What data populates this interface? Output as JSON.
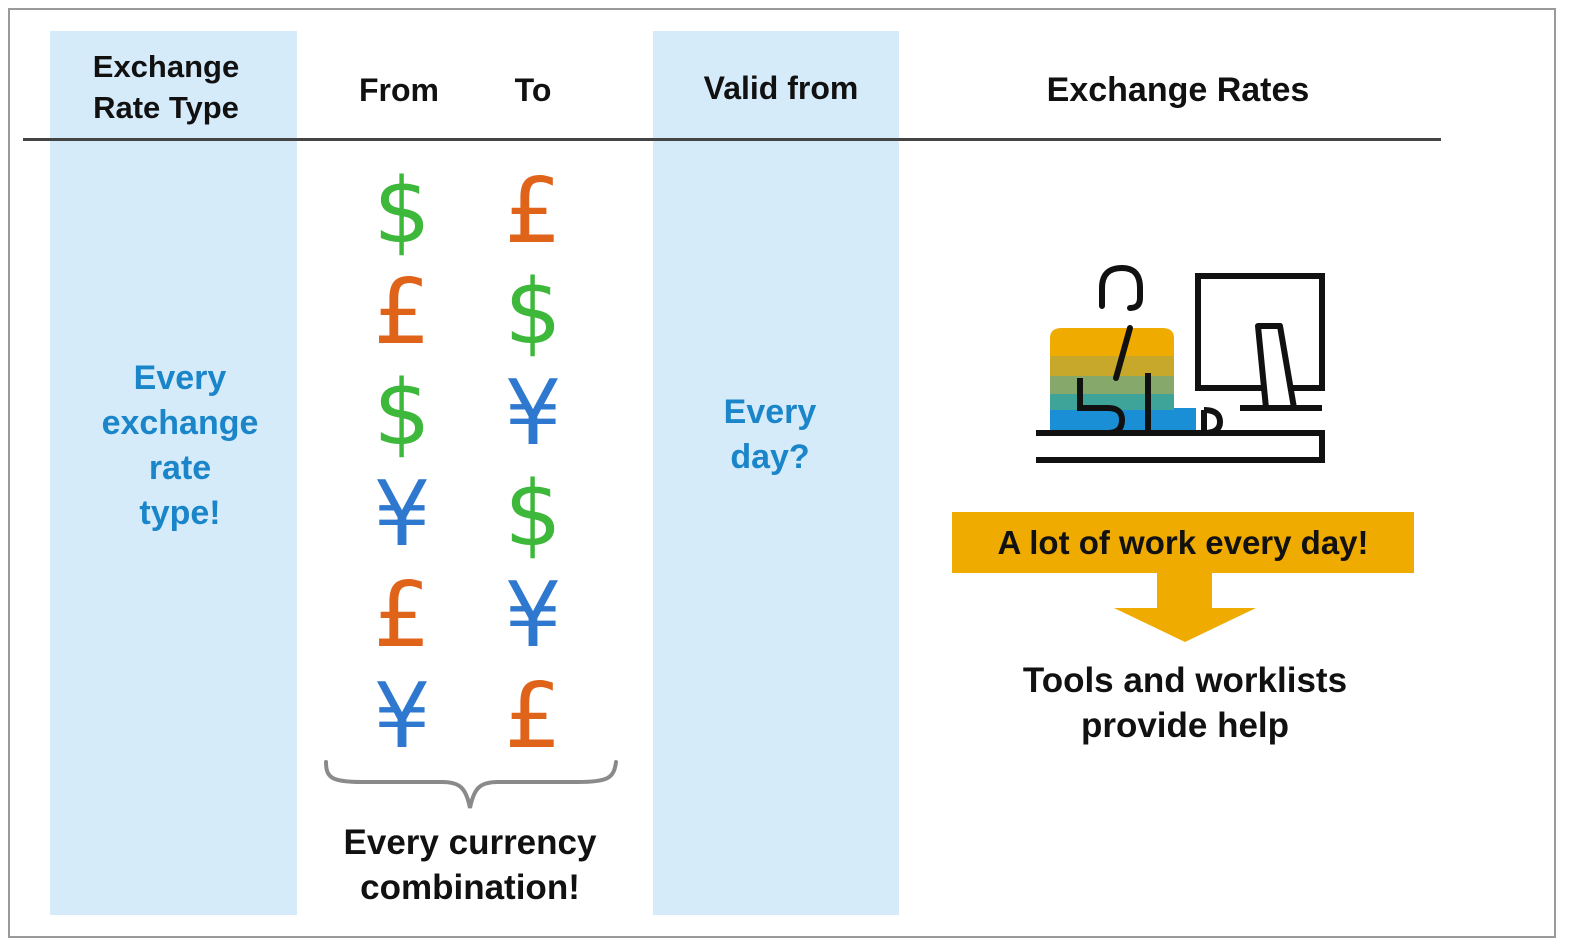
{
  "headers": {
    "exchange_rate_type": "Exchange\nRate Type",
    "from": "From",
    "to": "To",
    "valid_from": "Valid from",
    "exchange_rates": "Exchange Rates"
  },
  "notes": {
    "type_note": "Every\nexchange\nrate\ntype!",
    "valid_note": "Every\nday?"
  },
  "currency_pairs": [
    {
      "from": "$",
      "to": "£"
    },
    {
      "from": "£",
      "to": "$"
    },
    {
      "from": "$",
      "to": "¥"
    },
    {
      "from": "¥",
      "to": "$"
    },
    {
      "from": "£",
      "to": "¥"
    },
    {
      "from": "¥",
      "to": "£"
    }
  ],
  "currency_colors": {
    "$": "#3db83a",
    "£": "#e0631a",
    "¥": "#2f78cf"
  },
  "captions": {
    "combination": "Every currency\ncombination!",
    "banner": "A lot of work every day!",
    "tools": "Tools and worklists\nprovide help"
  },
  "colors": {
    "band": "#d6ebfa",
    "accent_blue": "#1a86c9",
    "banner": "#f0ab00"
  },
  "icons": {
    "brace": "curly-brace-icon",
    "arrow": "down-arrow-icon",
    "worker": "person-at-computer-icon"
  }
}
